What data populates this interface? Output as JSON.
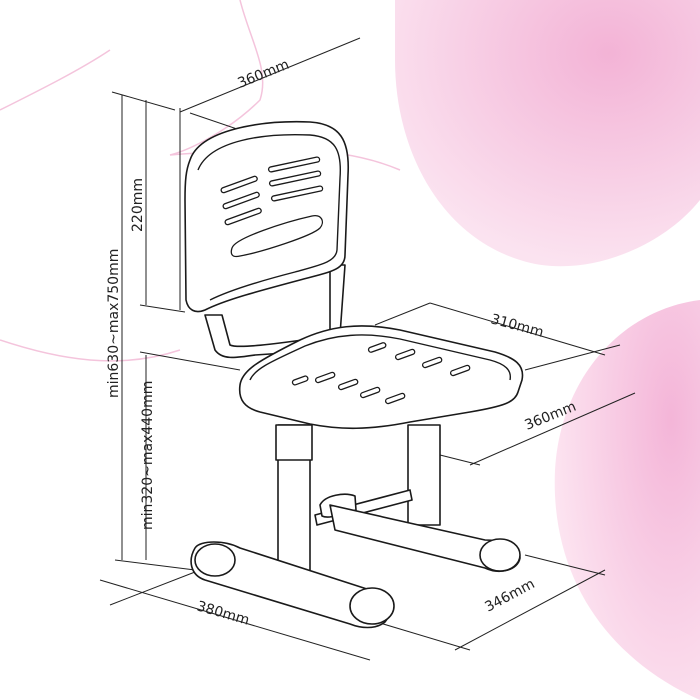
{
  "colors": {
    "background_blob": "#f5b9d9",
    "line": "#1a1a1a",
    "decor_stroke": "#f4c4dc"
  },
  "dimensions": {
    "backrest_width": "360mm",
    "backrest_height": "220mm",
    "total_height": "min630~max750mm",
    "seat_height": "min320~max440mm",
    "seat_depth": "310mm",
    "seat_width": "360mm",
    "base_width": "380mm",
    "base_depth": "346mm"
  }
}
